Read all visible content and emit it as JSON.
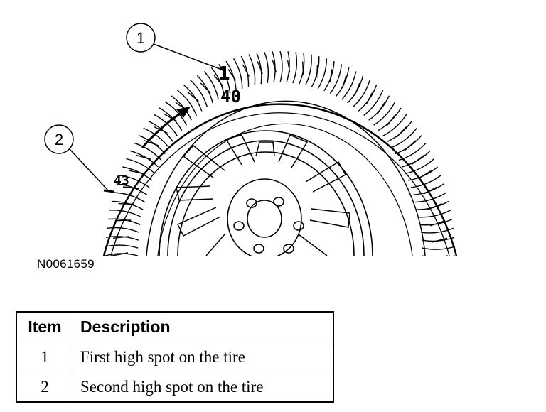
{
  "figure": {
    "callout_1": "1",
    "callout_2": "2",
    "mark_1_digit": "1",
    "mark_1_number": "40",
    "mark_2_number": "43",
    "code": "N0061659"
  },
  "table": {
    "headers": [
      "Item",
      "Description"
    ],
    "rows": [
      {
        "item": "1",
        "description": "First high spot on the tire"
      },
      {
        "item": "2",
        "description": "Second high spot on the tire"
      }
    ]
  }
}
